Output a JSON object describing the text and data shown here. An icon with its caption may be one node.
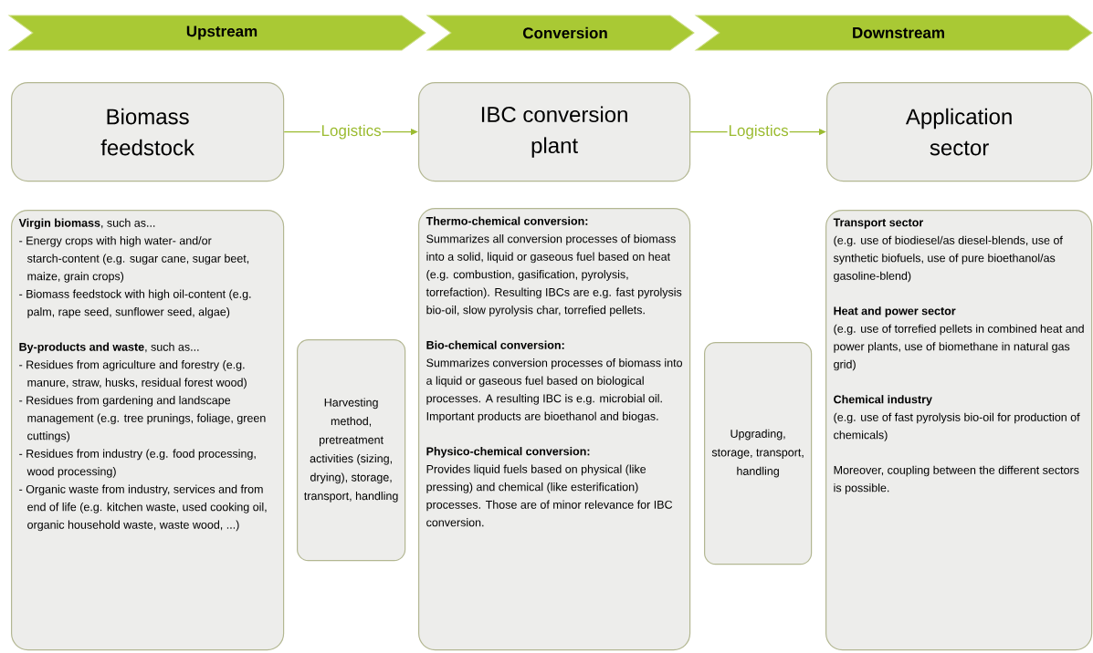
{
  "diagram": {
    "nodes": [
      {
        "text": [
          "Upstream"
        ]
      },
      {
        "text": [
          "Conversion"
        ]
      },
      {
        "text": [
          "Downstream"
        ]
      },
      {
        "text": [
          "Biomass feedstock"
        ]
      },
      {
        "text": [
          "IBC conversion plant"
        ]
      },
      {
        "text": [
          "Application sector"
        ]
      },
      {
        "text": [
          "**Virgin biomass**, such as...",
          "- Energy crops with high water- and/or starch-content (e.g. sugar cane, sugar beet, maize, grain crops)",
          "- Biomass feedstock with high oil-content (e.g. palm, rape seed, sunflower seed, algae)",
          "**By-products and waste**, such as...",
          "- Residues from agriculture and forestry (e.g. manure, straw, husks, residual forest wood)",
          "- Residues from gardening and landscape management (e.g. tree prunings, foliage, green cuttings)",
          "- Residues from industry (e.g. food processing, wood processing)",
          "- Organic waste from industry, services and from end of life (e.g. kitchen waste, used cooking oil, organic household waste, waste wood, ...)"
        ]
      },
      {
        "text": [
          "Harvesting method, pretreatment activities (sizing, drying), storage, transport, handling"
        ]
      },
      {
        "text": [
          "Thermo-chemical conversion:",
          "Summarizes all conversion processes of biomass into a solid, liquid or gaseous fuel based on heat (e.g. combustion, gasification, pyrolysis, torrefaction). Resulting IBCs are e.g. fast pyrolysis bio-oil, slow pyrolysis char, torrefied pellets.",
          "Bio-chemical conversion:",
          "Summarizes conversion processes of biomass into a liquid or gaseous fuel based on biological processes. A resulting IBC is e.g. microbial oil. Important products are bioethanol and biogas.",
          "Physico-chemical conversion:",
          "Provides liquid fuels based on physical (like pressing) and chemical (like esterification) processes. Those are of minor relevance for IBC conversion."
        ]
      },
      {
        "text": [
          "Upgrading, storage, transport, handling"
        ]
      },
      {
        "text": [
          "Transport sector",
          "(e.g. use of biodiesel/as diesel-blends, use of synthetic biofuels, use of pure bioethanol/as gasoline-blend)",
          "Heat and power sector",
          "(e.g. use of torrefied pellets in combined heat and power plants, use of biomethane in natural gas grid)",
          "Chemical industry",
          "(e.g. use of fast pyrolysis bio-oil for production of chemicals)",
          "Moreover, coupling between the different sectors is possible."
        ]
      }
    ],
    "edges": [
      {
        "from": 3,
        "to": 4,
        "arrow": "to",
        "label": "Logistics"
      },
      {
        "from": 4,
        "to": 5,
        "arrow": "to",
        "label": "Logistics"
      }
    ]
  }
}
